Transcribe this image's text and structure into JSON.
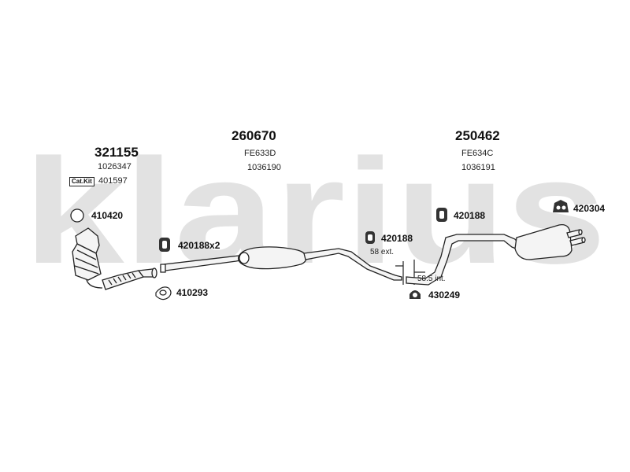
{
  "brand": {
    "watermark_text": "klarius",
    "watermark_color": "#e2e2e2"
  },
  "assemblies": {
    "catalyst": {
      "part_no": "321155",
      "ref": "1026347",
      "catkit_label": "Cat.Kit",
      "catkit_no": "401597"
    },
    "middle": {
      "part_no": "260670",
      "code": "FE633D",
      "ref": "1036190"
    },
    "rear": {
      "part_no": "250462",
      "code": "FE634C",
      "ref": "1036191"
    }
  },
  "fittings": {
    "ring": "410420",
    "hanger_x2": "420188x2",
    "gasket": "410293",
    "hanger_mid": "420188",
    "hanger_rear": "420188",
    "hanger_tail": "420304",
    "clamp": "430249"
  },
  "notes": {
    "ext": "58 ext.",
    "int": "58.5 int."
  },
  "colors": {
    "line": "#222222",
    "pipe_fill": "#f4f4f4",
    "rubber": "#333333"
  }
}
